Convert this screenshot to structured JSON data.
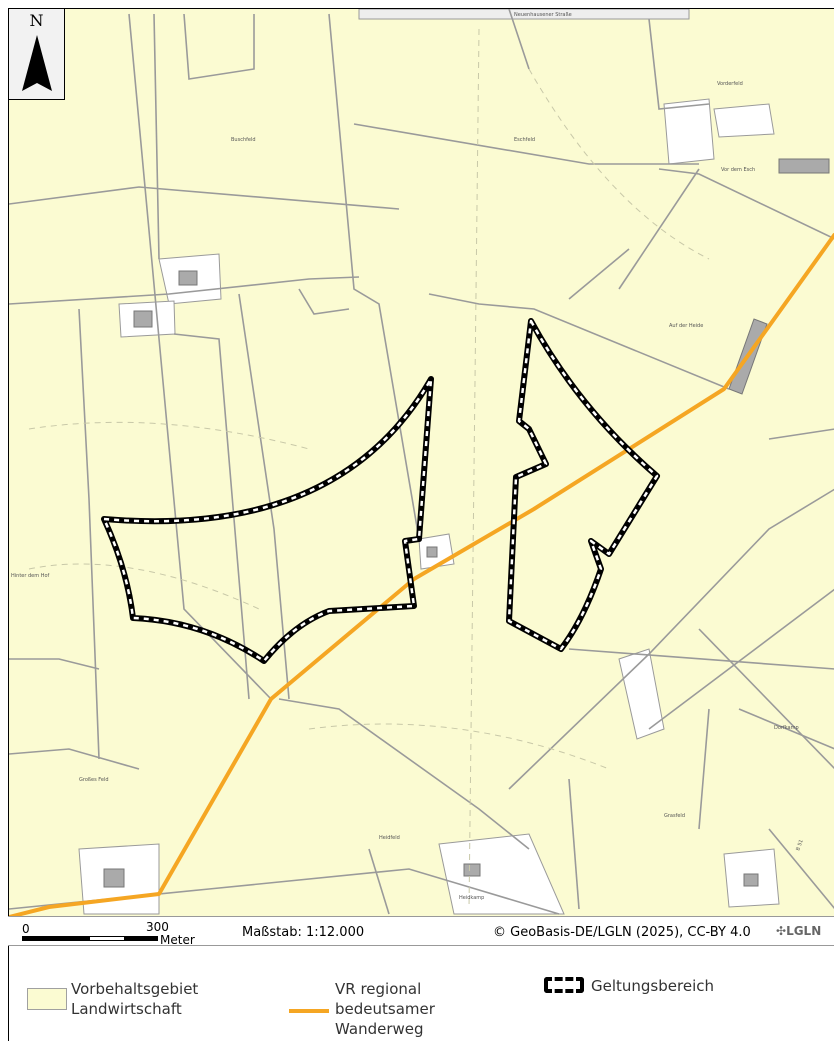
{
  "map": {
    "street_label_top": "Neuenhausener Straße",
    "road_label_right": "B 51",
    "place_labels": [
      {
        "id": "p1",
        "text": "Buschfeld"
      },
      {
        "id": "p2",
        "text": "Eschfeld"
      },
      {
        "id": "p3",
        "text": "Vorderfeld"
      },
      {
        "id": "p4",
        "text": "Auf der Heide"
      },
      {
        "id": "p5",
        "text": "Vor dem Esch"
      },
      {
        "id": "p6",
        "text": "Hinter dem Hof"
      },
      {
        "id": "p7",
        "text": "Großes Feld"
      },
      {
        "id": "p8",
        "text": "Heidfeld"
      },
      {
        "id": "p9",
        "text": "Grasfeld"
      },
      {
        "id": "p10",
        "text": "Dorfkamp"
      },
      {
        "id": "p11",
        "text": "Heidkamp"
      }
    ],
    "colors": {
      "agri_fill": "#fbfbd2",
      "parcel_line": "#9a9a9a",
      "trail": "#f5a623",
      "boundary": "#000000"
    }
  },
  "north_arrow": {
    "letter": "N"
  },
  "scalebar": {
    "start": "0",
    "end": "300",
    "unit": "Meter",
    "scale_text": "Maßstab: 1:12.000",
    "copyright": "© GeoBasis-DE/LGLN (2025), CC-BY 4.0",
    "logo_text": "LGLN"
  },
  "legend": {
    "agri_line1": "Vorbehaltsgebiet",
    "agri_line2": "Landwirtschaft",
    "trail_line1": "VR regional",
    "trail_line2": "bedeutsamer",
    "trail_line3": "Wanderweg",
    "boundary_label": "Geltungsbereich"
  }
}
